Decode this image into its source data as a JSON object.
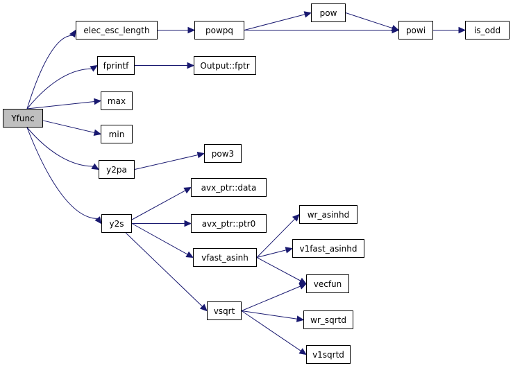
{
  "graph": {
    "nodes": [
      {
        "id": "yfunc",
        "label": "Yfunc",
        "root": true
      },
      {
        "id": "elec_esc_length",
        "label": "elec_esc_length"
      },
      {
        "id": "powpq",
        "label": "powpq"
      },
      {
        "id": "pow",
        "label": "pow"
      },
      {
        "id": "powi",
        "label": "powi"
      },
      {
        "id": "is_odd",
        "label": "is_odd"
      },
      {
        "id": "fprintf",
        "label": "fprintf"
      },
      {
        "id": "output_fptr",
        "label": "Output::fptr"
      },
      {
        "id": "max",
        "label": "max"
      },
      {
        "id": "min",
        "label": "min"
      },
      {
        "id": "y2pa",
        "label": "y2pa"
      },
      {
        "id": "pow3",
        "label": "pow3"
      },
      {
        "id": "y2s",
        "label": "y2s"
      },
      {
        "id": "avx_ptr_data",
        "label": "avx_ptr::data"
      },
      {
        "id": "avx_ptr_ptr0",
        "label": "avx_ptr::ptr0"
      },
      {
        "id": "vfast_asinh",
        "label": "vfast_asinh"
      },
      {
        "id": "wr_asinhd",
        "label": "wr_asinhd"
      },
      {
        "id": "v1fast_asinhd",
        "label": "v1fast_asinhd"
      },
      {
        "id": "vecfun",
        "label": "vecfun"
      },
      {
        "id": "vsqrt",
        "label": "vsqrt"
      },
      {
        "id": "wr_sqrtd",
        "label": "wr_sqrtd"
      },
      {
        "id": "v1sqrtd",
        "label": "v1sqrtd"
      }
    ],
    "edges": [
      [
        "yfunc",
        "elec_esc_length"
      ],
      [
        "yfunc",
        "fprintf"
      ],
      [
        "yfunc",
        "max"
      ],
      [
        "yfunc",
        "min"
      ],
      [
        "yfunc",
        "y2pa"
      ],
      [
        "yfunc",
        "y2s"
      ],
      [
        "elec_esc_length",
        "powpq"
      ],
      [
        "powpq",
        "pow"
      ],
      [
        "powpq",
        "powi"
      ],
      [
        "pow",
        "powi"
      ],
      [
        "powi",
        "is_odd"
      ],
      [
        "fprintf",
        "output_fptr"
      ],
      [
        "y2pa",
        "pow3"
      ],
      [
        "y2s",
        "avx_ptr_data"
      ],
      [
        "y2s",
        "avx_ptr_ptr0"
      ],
      [
        "y2s",
        "vfast_asinh"
      ],
      [
        "y2s",
        "vsqrt"
      ],
      [
        "vfast_asinh",
        "wr_asinhd"
      ],
      [
        "vfast_asinh",
        "v1fast_asinhd"
      ],
      [
        "vfast_asinh",
        "vecfun"
      ],
      [
        "vsqrt",
        "vecfun"
      ],
      [
        "vsqrt",
        "wr_sqrtd"
      ],
      [
        "vsqrt",
        "v1sqrtd"
      ]
    ],
    "colors": {
      "edge": "#191970",
      "node_border": "#000000",
      "root_fill": "#bfbfbf"
    }
  }
}
